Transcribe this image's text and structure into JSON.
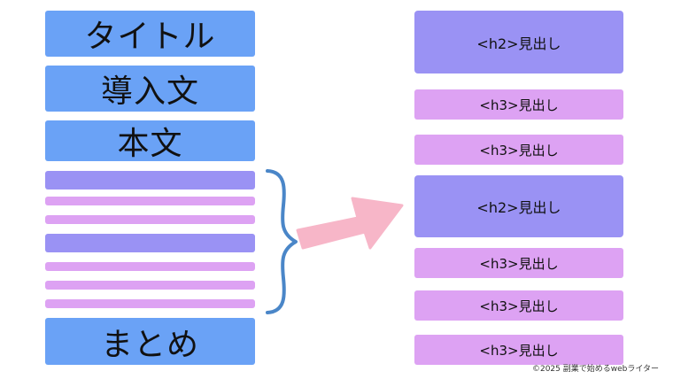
{
  "left_blocks": {
    "title": "タイトル",
    "intro": "導入文",
    "body": "本文",
    "summary": "まとめ"
  },
  "right_boxes": [
    {
      "level": "h2",
      "label": "<h2>見出し"
    },
    {
      "level": "h3",
      "label": "<h3>見出し"
    },
    {
      "level": "h3",
      "label": "<h3>見出し"
    },
    {
      "level": "h2",
      "label": "<h2>見出し"
    },
    {
      "level": "h3",
      "label": "<h3>見出し"
    },
    {
      "level": "h3",
      "label": "<h3>見出し"
    },
    {
      "level": "h3",
      "label": "<h3>見出し"
    }
  ],
  "colors": {
    "blue_block": "#6aa2f6",
    "h2_purple": "#9a92f4",
    "h3_pink": "#dda2f3",
    "brace": "#4a86c8",
    "arrow": "#f7b6c8"
  },
  "icons": {
    "brace": "curly-brace-icon",
    "arrow": "arrow-right-icon"
  },
  "footer": {
    "copyright": "©2025  副業で始めるwebライター"
  }
}
